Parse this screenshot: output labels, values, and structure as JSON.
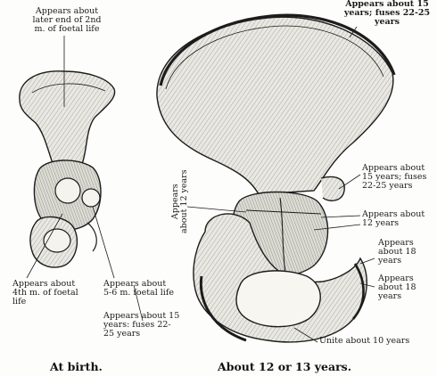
{
  "figure": {
    "captions": {
      "at_birth": "At birth.",
      "about_12": "About 12 or 13 years."
    },
    "left_labels": {
      "top_line1": "Appears about",
      "top_line2": "later end of 2nd",
      "top_line3": "m. of foetal life",
      "bl_line1": "Appears about",
      "bl_line2": "4th m. of foetal",
      "bl_line3": "life",
      "br_line1": "Appears about",
      "br_line2": "5-6 m. foetal life",
      "pub_line1": "Appears about 15",
      "pub_line2": "years: fuses 22-",
      "pub_line3": "25 years"
    },
    "right_labels": {
      "crest_line1": "Appears about 15",
      "crest_line2": "years; fuses 22-25",
      "crest_line3": "years",
      "ant_line1": "Appears about",
      "ant_line2": "15 years; fuses",
      "ant_line3": "22-25 years",
      "acet_line1": "Appears about",
      "acet_line2": "12 years",
      "isch1_line1": "Appears",
      "isch1_line2": "about 18",
      "isch1_line3": "years",
      "isch2_line1": "Appears",
      "isch2_line2": "about 18",
      "isch2_line3": "years",
      "unite": "Unite about 10 years",
      "vertical_line1": "Appears",
      "vertical_line2": "about 12 years"
    },
    "colors": {
      "ink": "#1c1c1c",
      "bone_shade": "#bdbdb6",
      "bone_light": "#ecebe6",
      "paper": "#fdfdfb"
    }
  }
}
